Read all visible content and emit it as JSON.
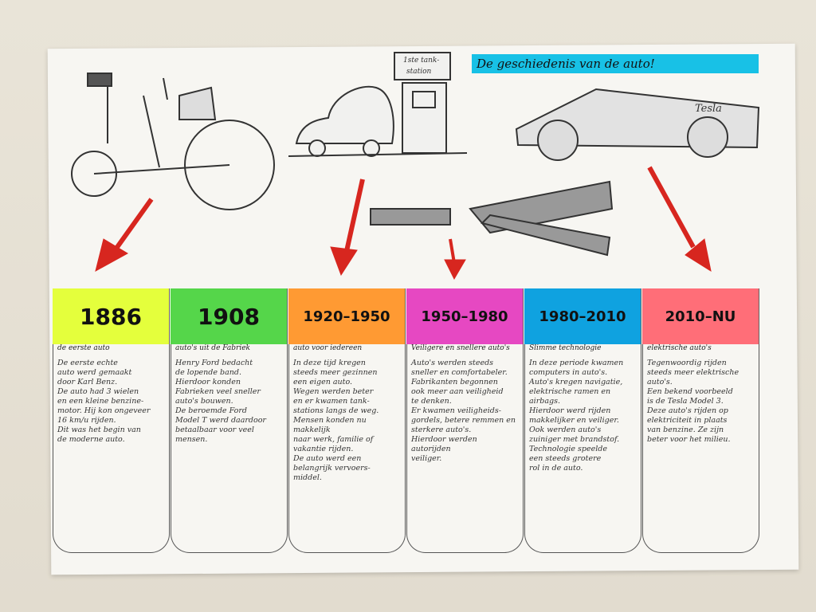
{
  "title": "De geschiedenis van de auto!",
  "drawings": {
    "station_sign": "1ste tank-\nstation",
    "car_brand": "Tesla"
  },
  "timeline": [
    {
      "year": "1886",
      "label": "de eerste auto",
      "color": "#e4ff3c",
      "text": "De eerste echte\nauto werd gemaakt\ndoor Karl Benz.\nDe auto had 3 wielen\nen een kleine benzine-\nmotor. Hij kon ongeveer\n16 km/u rijden.\nDit was het begin van\nde moderne auto."
    },
    {
      "year": "1908",
      "label": "auto's uit de Fabriek",
      "color": "#55d64a",
      "text": "Henry Ford bedacht\nde lopende band.\nHierdoor konden\nFabrieken veel sneller\nauto's bouwen.\nDe beroemde Ford\nModel T werd daardoor\nbetaalbaar voor veel\nmensen."
    },
    {
      "year": "1920–1950",
      "label": "auto voor iedereen",
      "color": "#ff9a33",
      "text": "In deze tijd kregen\nsteeds meer gezinnen\neen eigen auto.\nWegen werden beter\nen er kwamen tank-\nstations langs de weg.\nMensen konden nu makkelijk\nnaar werk, familie of\nvakantie rijden.\nDe auto werd een\nbelangrijk vervoers-\nmiddel."
    },
    {
      "year": "1950–1980",
      "label": "Veiligere en snellere auto's",
      "color": "#e648c2",
      "text": "Auto's werden steeds\nsneller en comfortabeler.\nFabrikanten begonnen\nook meer aan veiligheid\nte denken.\nEr kwamen veiligheids-\ngordels, betere remmen en\nsterkere auto's.\nHierdoor werden autorijden\nveiliger."
    },
    {
      "year": "1980–2010",
      "label": "Slimme technologie",
      "color": "#0fa2e0",
      "text": "In deze periode kwamen\ncomputers in auto's.\nAuto's kregen navigatie,\nelektrische ramen en\nairbags.\nHierdoor werd rijden\nmakkelijker en veiliger.\nOok werden auto's\nzuiniger met brandstof.\nTechnologie speelde\neen steeds grotere\nrol in de auto."
    },
    {
      "year": "2010–NU",
      "label": "elektrische auto's",
      "color": "#ff6e78",
      "text": "Tegenwoordig rijden\nsteeds meer elektrische\nauto's.\nEen bekend voorbeeld\nis de Tesla Model 3.\nDeze auto's rijden op\nelektriciteit in plaats\nvan benzine. Ze zijn\nbeter voor het milieu."
    }
  ]
}
